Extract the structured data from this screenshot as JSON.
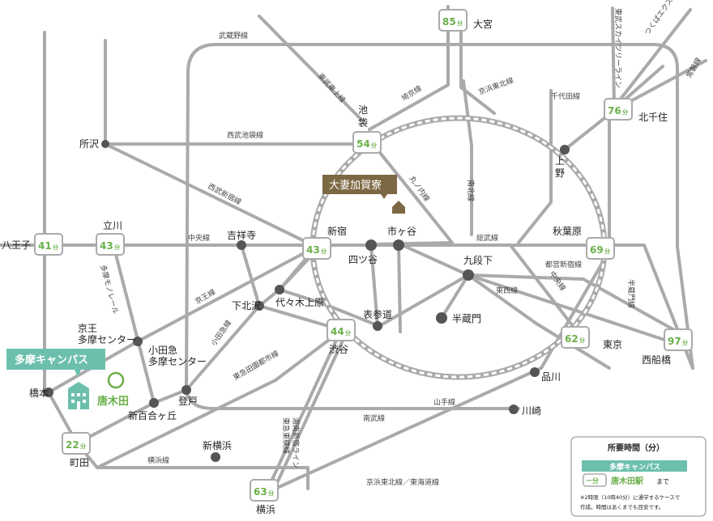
{
  "dorm_label": "大妻加賀寮",
  "campus_label": "多摩キャンパス",
  "karakida_label": "唐木田",
  "minute_unit": "分",
  "stations": {
    "omiya": "大宮",
    "ikebukuro": "池袋",
    "ueno": "上野",
    "kitasenju": "北千住",
    "tokorozawa": "所沢",
    "hachioji": "八王子",
    "tachikawa": "立川",
    "kichijoji": "吉祥寺",
    "shinjuku": "新宿",
    "yotsuya": "四ツ谷",
    "ichigaya": "市ヶ谷",
    "akihabara": "秋葉原",
    "kudanshita": "九段下",
    "hanzomon": "半蔵門",
    "yoyogiuehara": "代々木上原",
    "shimokitazawa": "下北沢",
    "omotesando": "表参道",
    "shibuya": "渋谷",
    "tokyo": "東京",
    "nishifunabashi": "西船橋",
    "keio_tama_center": "京王\n多摩センター",
    "odakyu_tama_center": "小田急\n多摩センター",
    "hashimoto": "橋本",
    "noborito": "登戸",
    "shinyurigaoka": "新百合ヶ丘",
    "machida": "町田",
    "shinyokohama": "新横浜",
    "yokohama": "横浜",
    "shinagawa": "品川",
    "kawasaki": "川崎"
  },
  "minutes": {
    "omiya": "85",
    "ikebukuro": "54",
    "kitasenju": "76",
    "hachioji": "41",
    "tachikawa": "43",
    "shinjuku": "43",
    "akihabara": "69",
    "shibuya": "44",
    "tokyo": "62",
    "nishifunabashi": "97",
    "machida": "22",
    "yokohama": "63"
  },
  "lines": {
    "musashino": "武蔵野線",
    "tobu_tojo": "東武東上線",
    "saikyo": "埼京線",
    "keihin_tohoku": "京浜東北線",
    "chiyoda": "千代田線",
    "tobu_skytree": "東武スカイツリーライン",
    "tsukuba_express": "つくばエクスプレス",
    "joban": "常磐線",
    "seibu_ikebukuro": "西武池袋線",
    "seibu_shinjuku": "西武新宿線",
    "marunouchi": "丸ノ内線",
    "namboku": "南北線",
    "chuo": "中央線",
    "sobu": "総武線",
    "toei_shinjuku": "都営新宿線",
    "tozai": "東西線",
    "hanzomon": "半蔵門線",
    "chuo_line2": "中央線",
    "keio": "京王線",
    "odakyu": "小田急線",
    "tama_monorail": "多摩モノレール",
    "denentoshi": "東急田園都市線",
    "yamanote": "山手線",
    "nambu": "南武線",
    "yokohama": "横浜線",
    "toyoko": "東急東横線",
    "shonan_shinjuku": "湘南新宿ライン",
    "keihin_tokaido": "京浜東北線／東海道線"
  },
  "legend": {
    "title": "所要時間（分）",
    "campus": "多摩キャンパス",
    "station": "唐木田駅",
    "made": "まで",
    "dash_symbol": "ー分",
    "note_line1": "※2時限（10時40分）に通学するケースで",
    "note_line2": "作成。時間はあくまでも目安です。"
  },
  "colors": {
    "line_gray": "#aaaaaa",
    "station_dot": "#555555",
    "accent_green": "#6bb04a",
    "campus_teal": "#6cbfad",
    "dorm_brown": "#7d6844"
  }
}
